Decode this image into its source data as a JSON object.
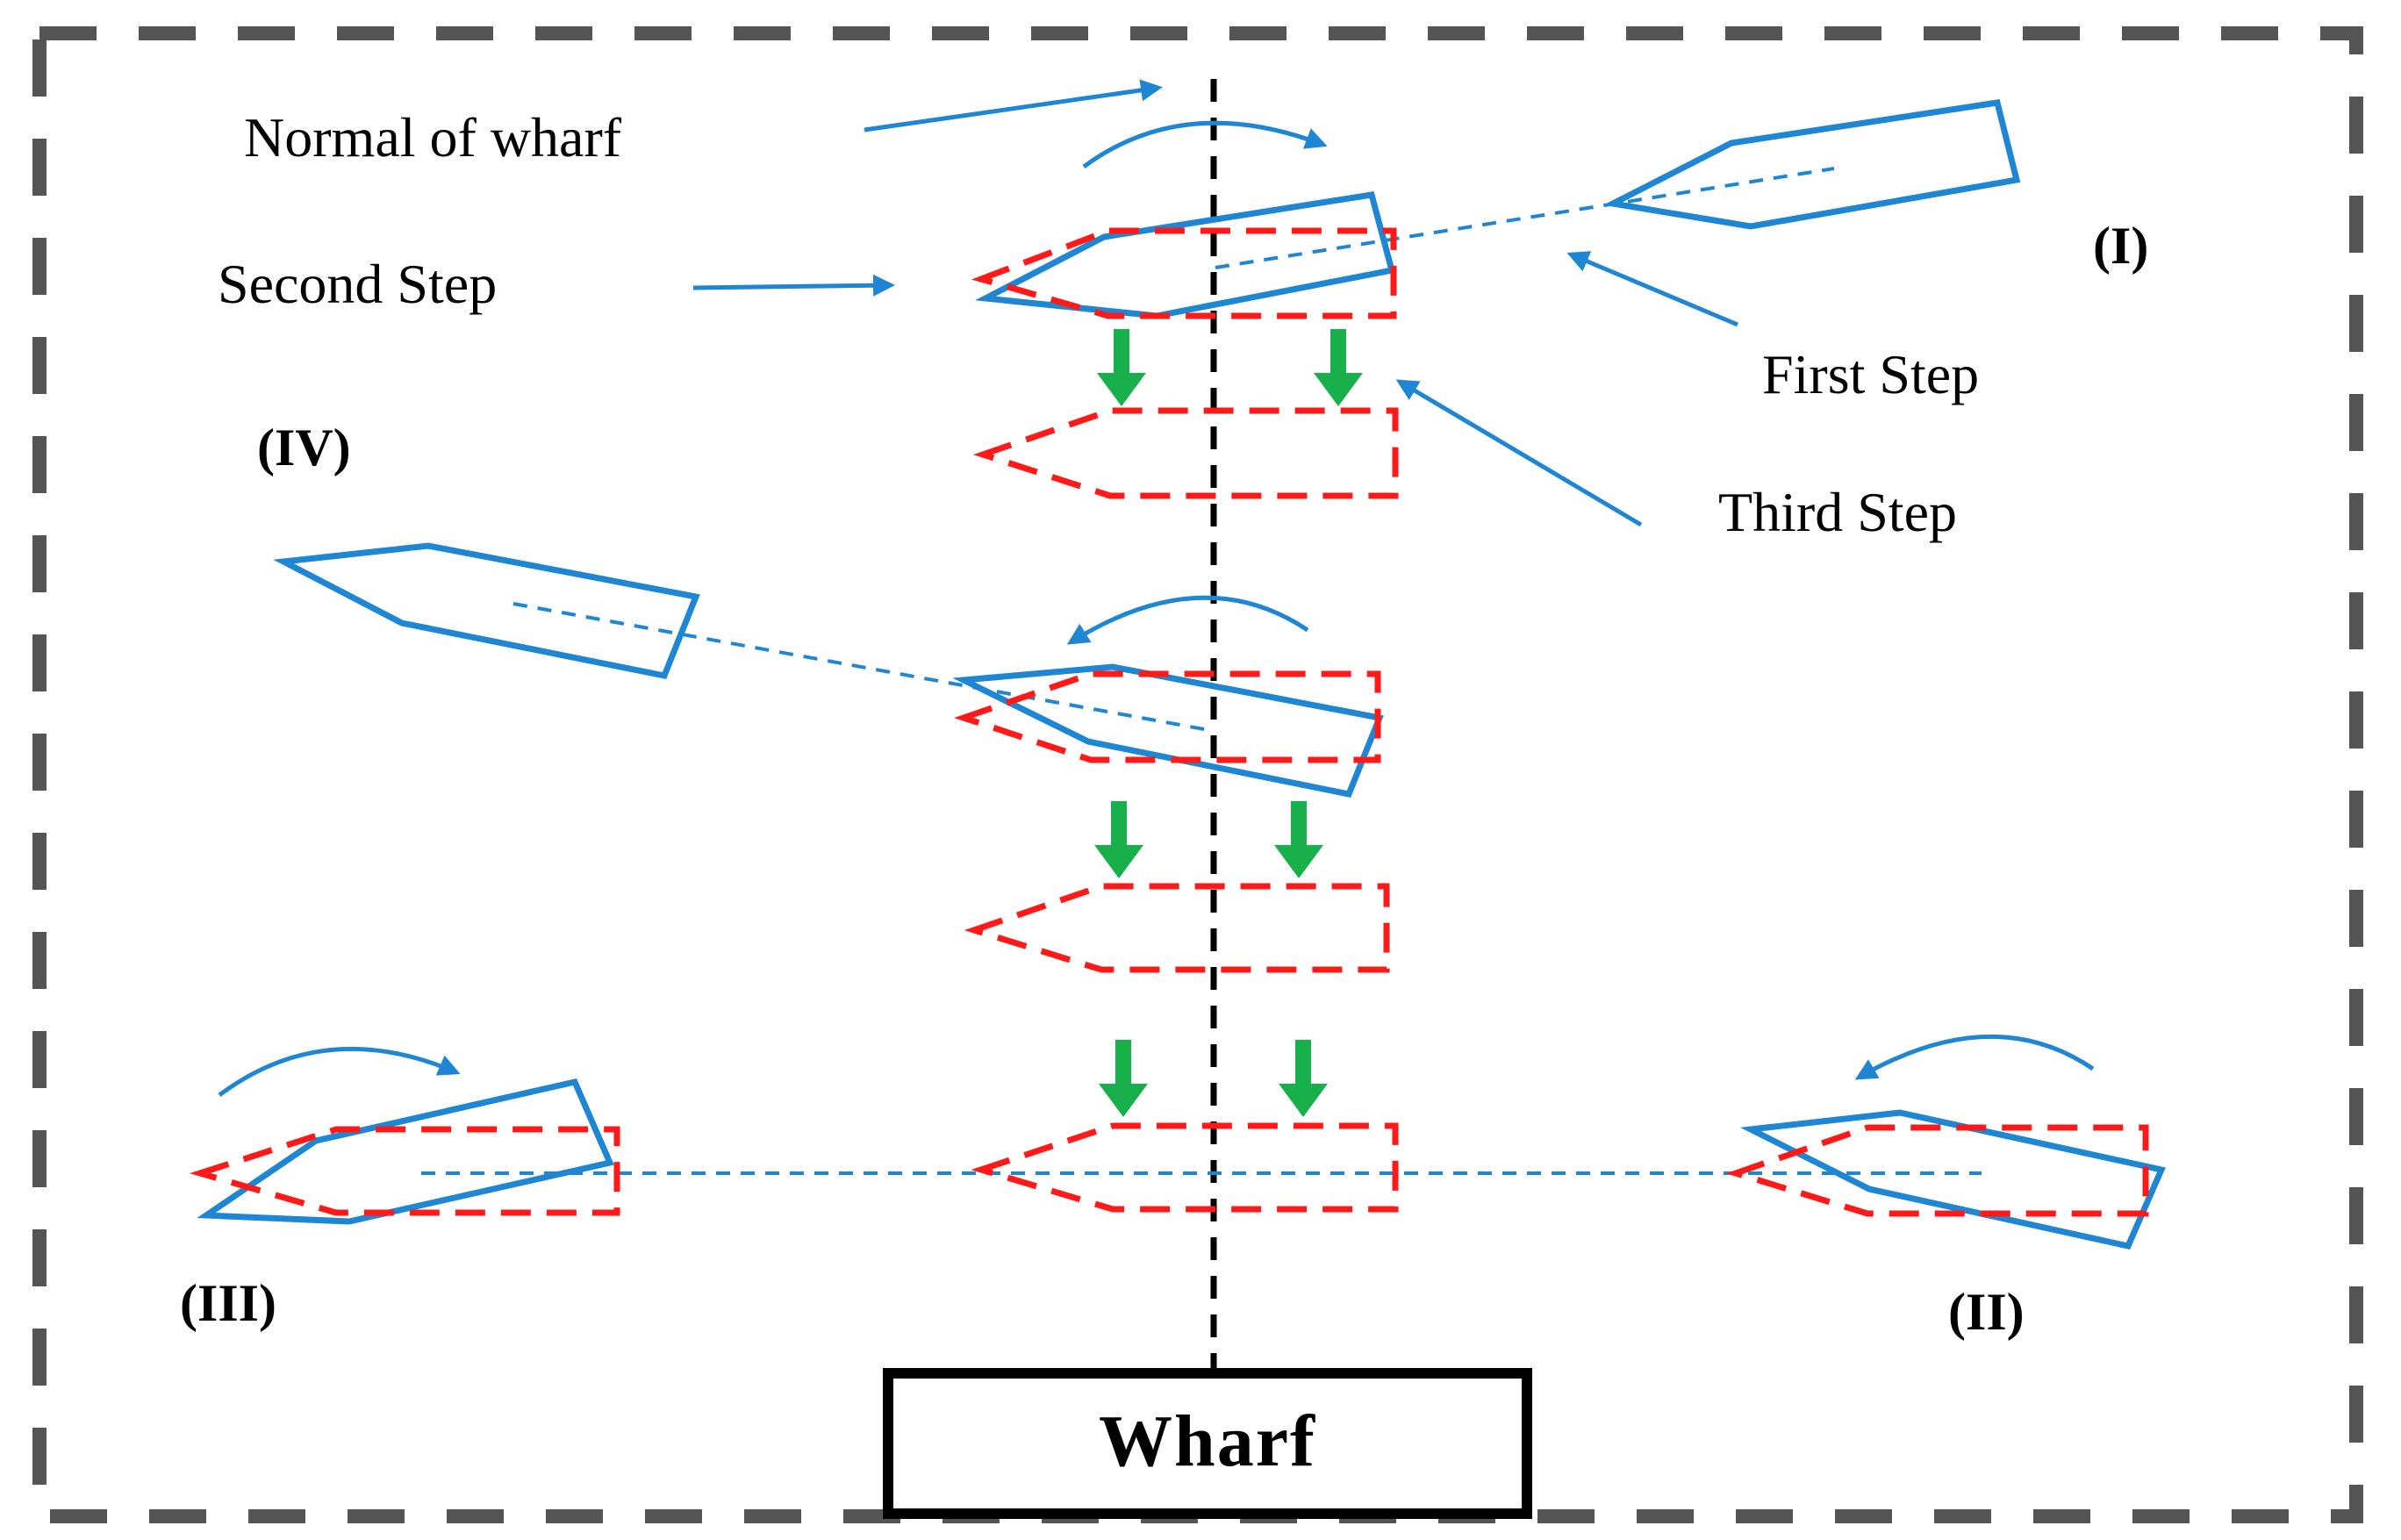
{
  "diagram": {
    "labels": {
      "normal_of_wharf": "Normal of wharf",
      "second_step": "Second Step",
      "first_step": "First Step",
      "third_step": "Third Step",
      "wharf": "Wharf",
      "case_1": "(I)",
      "case_2": "(II)",
      "case_3": "(III)",
      "case_4": "(IV)"
    },
    "colors": {
      "frame": "#555555",
      "ship_outline": "#1f86d4",
      "target_outline": "#ff1a1a",
      "move_arrow": "#17b04b",
      "normal_line": "#000000"
    }
  }
}
